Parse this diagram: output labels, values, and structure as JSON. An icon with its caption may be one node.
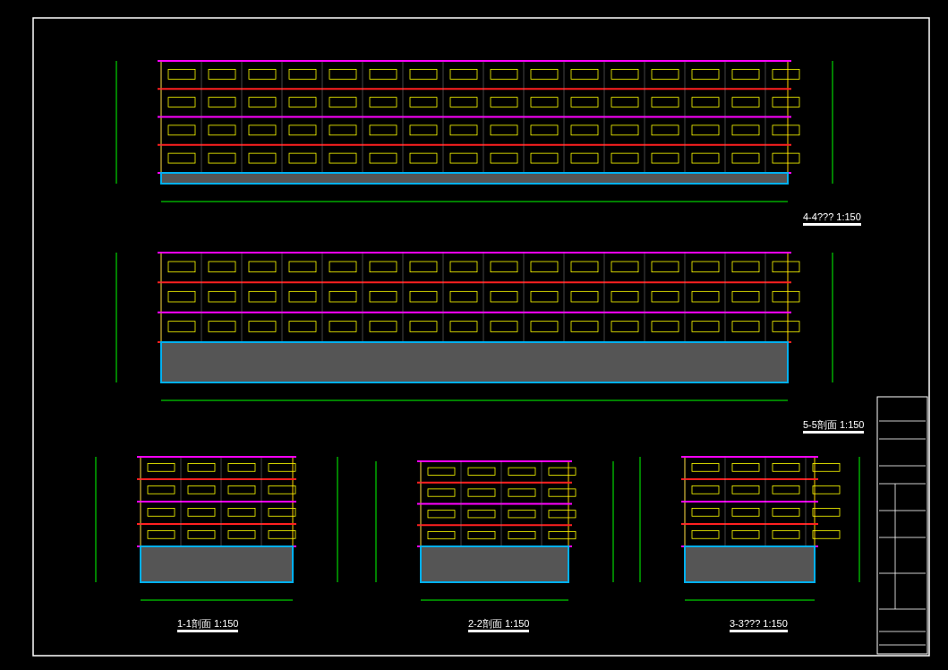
{
  "diagram": {
    "labels": [
      "4-4??? 1:150",
      "5-5剖面 1:150",
      "1-1剖面 1:150",
      "2-2剖面 1:150",
      "3-3??? 1:150"
    ]
  }
}
